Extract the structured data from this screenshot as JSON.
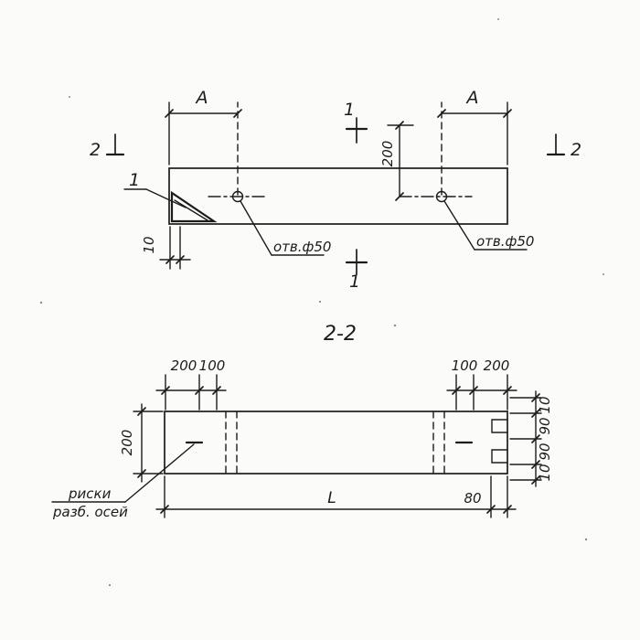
{
  "title": "2-2",
  "colors": {
    "ink": "#1c1c1c",
    "paper": "#fbfbf9"
  },
  "plan": {
    "dim_a_left": "A",
    "dim_a_right": "A",
    "cut2_left": "2",
    "cut2_right": "2",
    "cut1_top": "1",
    "cut1_bottom": "1",
    "detail_mark": "1",
    "dim_200": "200",
    "dim_10": "10",
    "hole_left": "отв.ф50",
    "hole_right": "отв.ф50"
  },
  "section": {
    "height": "200",
    "top_left": [
      "200",
      "100"
    ],
    "top_right": [
      "100",
      "200"
    ],
    "right_chain": [
      "10",
      "90",
      "90",
      "10"
    ],
    "length": "L",
    "dim_80": "80",
    "leader": [
      "риски",
      "разб. осей"
    ]
  }
}
